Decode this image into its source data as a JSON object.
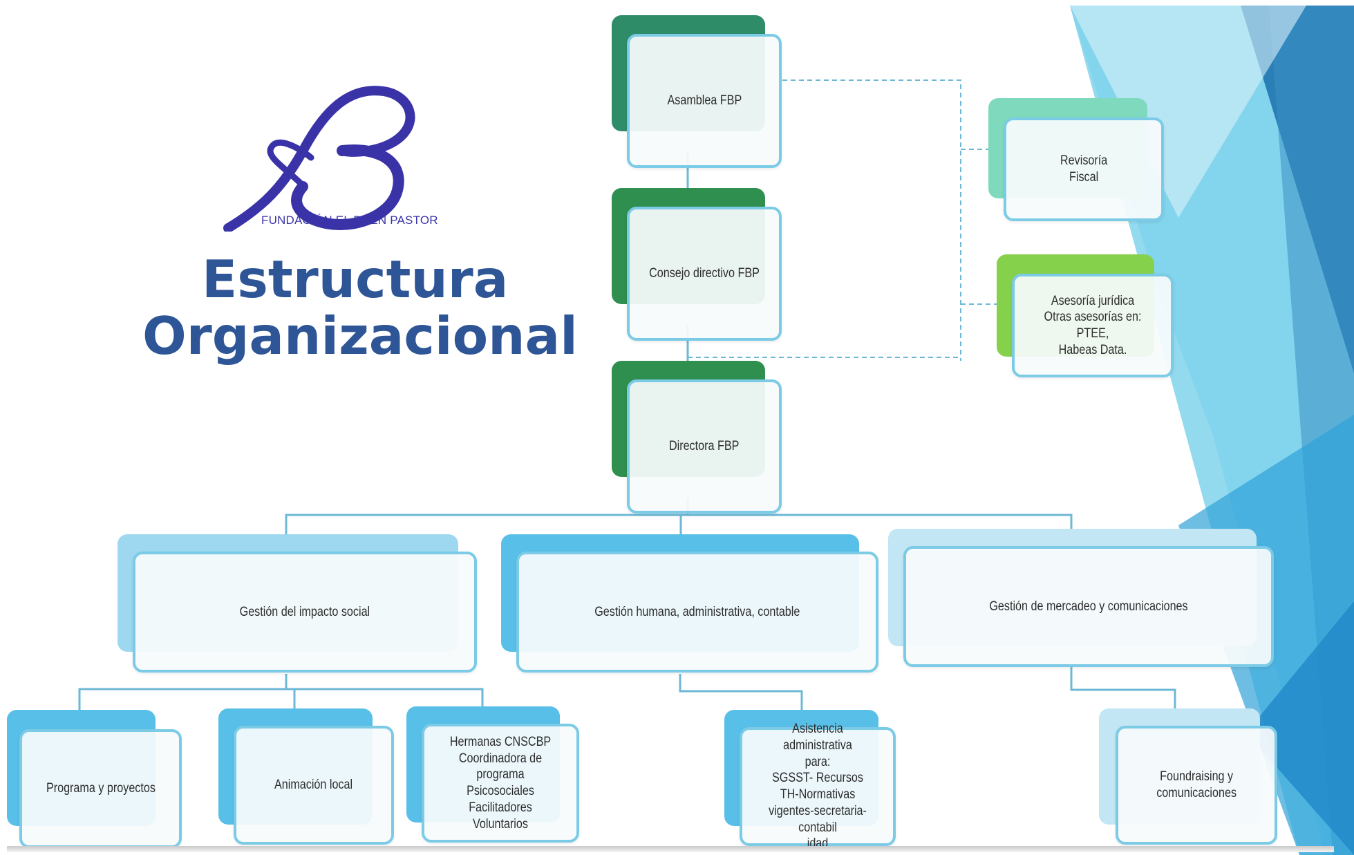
{
  "brand": {
    "logo_text": "FUNDACIÓN EL BUEN PASTOR",
    "title_line1": "Estructura",
    "title_line2": "Organizacional",
    "title_color": "#2e5596",
    "logo_color": "#3a33a8"
  },
  "org_chart": {
    "nodes": [
      {
        "id": "asamblea",
        "label": "Asamblea FBP",
        "accent": "#2e8c68"
      },
      {
        "id": "consejo",
        "label": "Consejo directivo FBP",
        "accent": "#2f8f4e"
      },
      {
        "id": "directora",
        "label": "Directora FBP",
        "accent": "#2f8f4e"
      },
      {
        "id": "revisoria",
        "label": "Revisoría\nFiscal",
        "accent": "#7ed9bd"
      },
      {
        "id": "asesoria",
        "label": "Asesoría jurídica\nOtras asesorías en: PTEE,\nHabeas Data.",
        "accent": "#86d14c"
      },
      {
        "id": "impacto",
        "label": "Gestión del impacto social",
        "accent": "#9ed8f0"
      },
      {
        "id": "humana",
        "label": "Gestión humana, administrativa, contable",
        "accent": "#58bfe8"
      },
      {
        "id": "mercadeo",
        "label": "Gestión de mercadeo y comunicaciones",
        "accent": "#c3e6f5"
      },
      {
        "id": "programa",
        "label": "Programa y proyectos",
        "accent": "#58bfe8"
      },
      {
        "id": "animacion",
        "label": "Animación local",
        "accent": "#58bfe8"
      },
      {
        "id": "hermanas",
        "label": "Hermanas CNSCBP\nCoordinadora de programa\nPsicosociales\nFacilitadores\nVoluntarios",
        "accent": "#58bfe8"
      },
      {
        "id": "asistencia",
        "label": "Asistencia administrativa\npara:\nSGSST- Recursos\nTH-Normativas\nvigentes-secretaria-contabil\nidad",
        "accent": "#58bfe8"
      },
      {
        "id": "foundraising",
        "label": "Foundraising y\ncomunicaciones",
        "accent": "#c3e6f5"
      }
    ],
    "edges": [
      {
        "from": "asamblea",
        "to": "consejo",
        "style": "solid"
      },
      {
        "from": "consejo",
        "to": "directora",
        "style": "solid"
      },
      {
        "from": "asamblea",
        "to": "revisoria",
        "style": "dashed"
      },
      {
        "from": "consejo",
        "to": "asesoria",
        "style": "dashed"
      },
      {
        "from": "directora",
        "to": "impacto",
        "style": "solid"
      },
      {
        "from": "directora",
        "to": "humana",
        "style": "solid"
      },
      {
        "from": "directora",
        "to": "mercadeo",
        "style": "solid"
      },
      {
        "from": "impacto",
        "to": "programa",
        "style": "solid"
      },
      {
        "from": "impacto",
        "to": "animacion",
        "style": "solid"
      },
      {
        "from": "impacto",
        "to": "hermanas",
        "style": "solid"
      },
      {
        "from": "humana",
        "to": "asistencia",
        "style": "solid"
      },
      {
        "from": "mercadeo",
        "to": "foundraising",
        "style": "solid"
      }
    ],
    "connector_color": "#6cb8d6"
  }
}
